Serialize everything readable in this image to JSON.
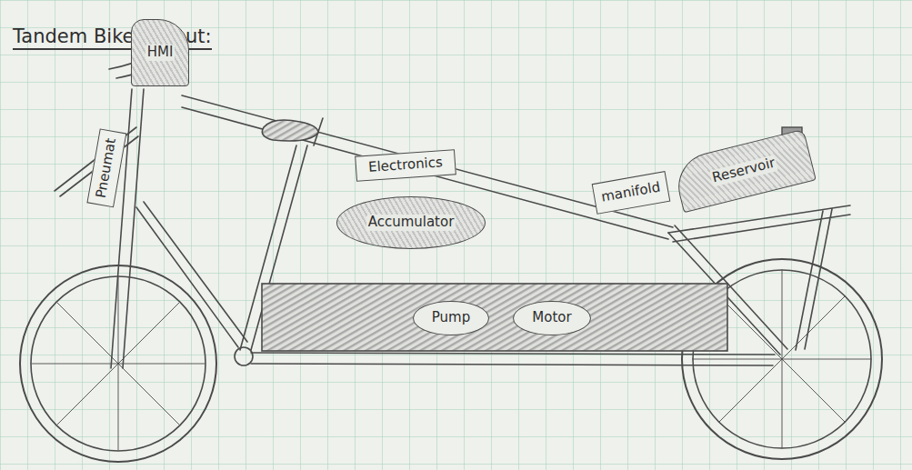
{
  "diagram": {
    "title": "Tandem Bike Layout:",
    "nodes": [
      {
        "text": [
          "HMI"
        ]
      },
      {
        "text": [
          "Pneumat"
        ]
      },
      {
        "text": [
          "Electronics"
        ]
      },
      {
        "text": [
          "manifold"
        ]
      },
      {
        "text": [
          "Reservoir"
        ]
      },
      {
        "text": [
          "Accumulator"
        ]
      },
      {
        "text": [
          "Pump"
        ]
      },
      {
        "text": [
          "Motor"
        ]
      }
    ]
  }
}
